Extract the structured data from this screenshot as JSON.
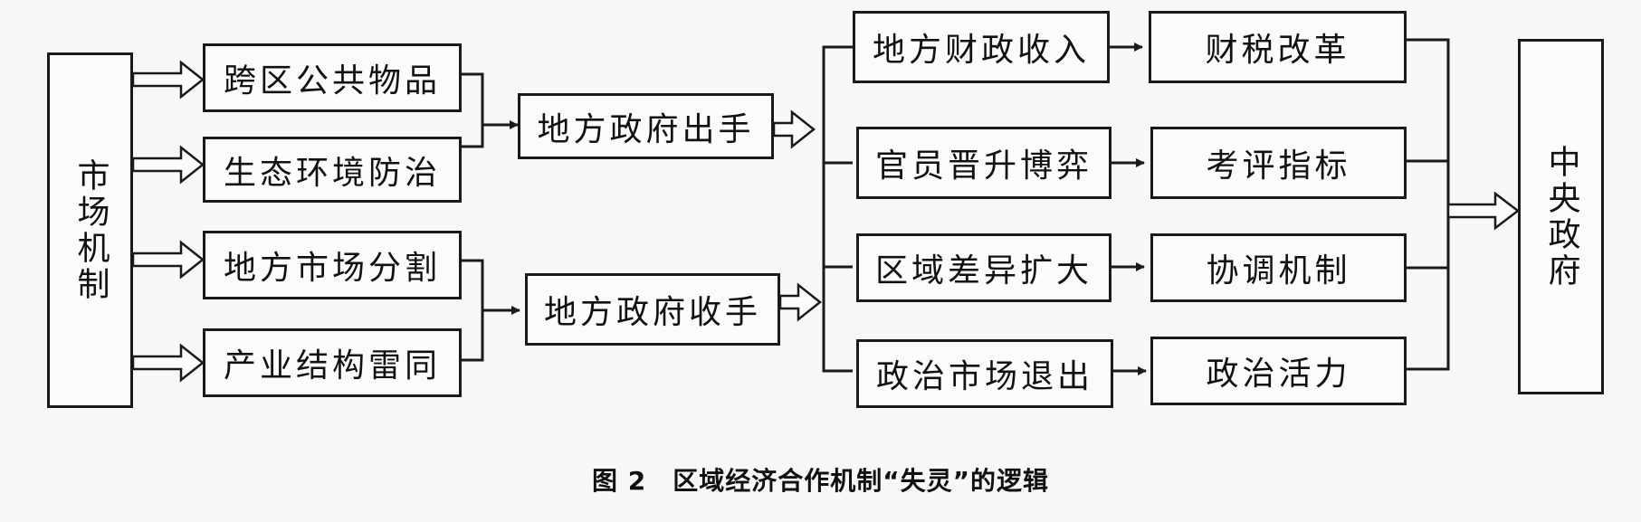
{
  "diagram": {
    "market_mechanism": "市场机制",
    "central_government": "中央政府",
    "problems": [
      "跨区公共物品",
      "生态环境防治",
      "地方市场分割",
      "产业结构雷同"
    ],
    "government_actions": [
      "地方政府出手",
      "地方政府收手"
    ],
    "consequences": [
      "地方财政收入",
      "官员晋升博弈",
      "区域差异扩大",
      "政治市场退出"
    ],
    "remedies": [
      "财税改革",
      "考评指标",
      "协调机制",
      "政治活力"
    ]
  },
  "caption": "图 2　区域经济合作机制“失灵”的逻辑"
}
